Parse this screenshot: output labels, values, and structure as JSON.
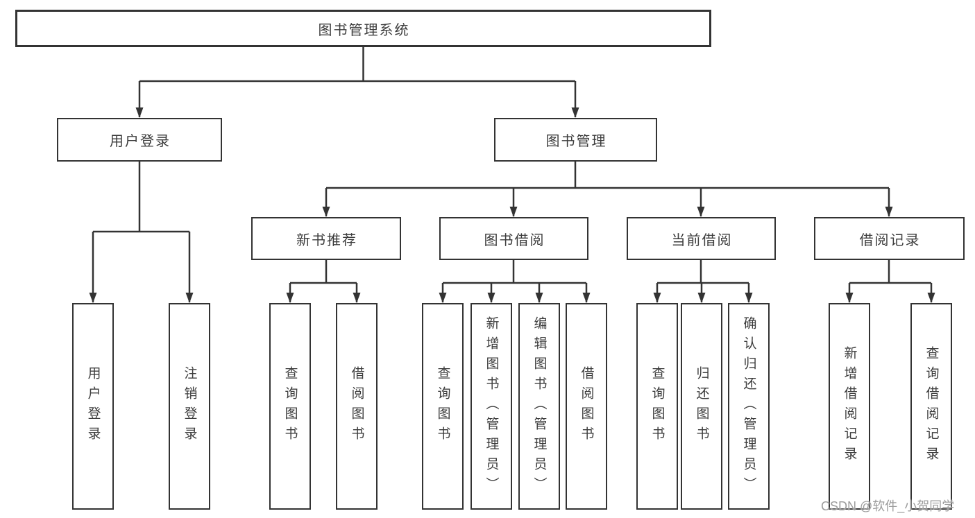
{
  "root": {
    "label": "图书管理系统",
    "children": [
      {
        "label": "用户登录",
        "children": [
          {
            "label": "用户登录"
          },
          {
            "label": "注销登录"
          }
        ]
      },
      {
        "label": "图书管理",
        "children": [
          {
            "label": "新书推荐",
            "children": [
              {
                "label": "查询图书"
              },
              {
                "label": "借阅图书"
              }
            ]
          },
          {
            "label": "图书借阅",
            "children": [
              {
                "label": "查询图书"
              },
              {
                "label": "新增图书（管理员）"
              },
              {
                "label": "编辑图书（管理员）"
              },
              {
                "label": "借阅图书"
              }
            ]
          },
          {
            "label": "当前借阅",
            "children": [
              {
                "label": "查询图书"
              },
              {
                "label": "归还图书"
              },
              {
                "label": "确认归还（管理员）"
              }
            ]
          },
          {
            "label": "借阅记录",
            "children": [
              {
                "label": "新增借阅记录"
              },
              {
                "label": "查询借阅记录"
              }
            ]
          }
        ]
      }
    ]
  },
  "watermark": "CSDN @软件_小贺同学",
  "colors": {
    "line": "#333333",
    "box_border": "#333333",
    "text": "#3c3c3c",
    "watermark": "#9c9c9c",
    "background": "#ffffff"
  }
}
